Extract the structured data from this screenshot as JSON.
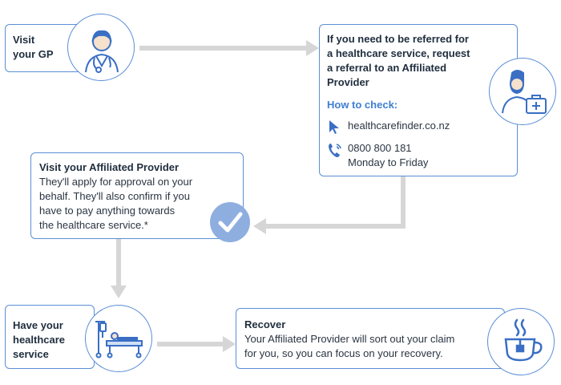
{
  "steps": {
    "gp": {
      "title": "Visit your GP",
      "title_l1": "Visit",
      "title_l2": "your GP"
    },
    "referral": {
      "title_lines": [
        "If you need to be referred for",
        "a healthcare service, request",
        "a referral to an Affiliated",
        "Provider"
      ],
      "how_label": "How to check:",
      "website": "healthcarefinder.co.nz",
      "phone": "0800 800 181",
      "hours": "Monday to Friday"
    },
    "provider": {
      "title": "Visit your Affiliated Provider",
      "body_lines": [
        "They'll apply for approval on your",
        "behalf. They'll also confirm if you",
        "have to pay anything towards",
        "the healthcare service.*"
      ]
    },
    "service": {
      "title_lines": [
        "Have your",
        "healthcare",
        "service"
      ]
    },
    "recover": {
      "title": "Recover",
      "body_lines": [
        "Your Affiliated Provider will sort out your claim",
        "for you, so you can focus on your recovery."
      ]
    }
  },
  "icons": {
    "gp": "doctor-icon",
    "referral": "nurse-with-medical-bag-icon",
    "provider": "checkmark-icon",
    "service": "hospital-bed-icon",
    "recover": "tea-cup-icon",
    "website": "cursor-pointer-icon",
    "phone": "phone-icon"
  },
  "colors": {
    "accent": "#5b8fd6",
    "link_heading": "#3f7fd0",
    "arrow": "#d6d6d6",
    "check_fill": "#8faee0"
  }
}
